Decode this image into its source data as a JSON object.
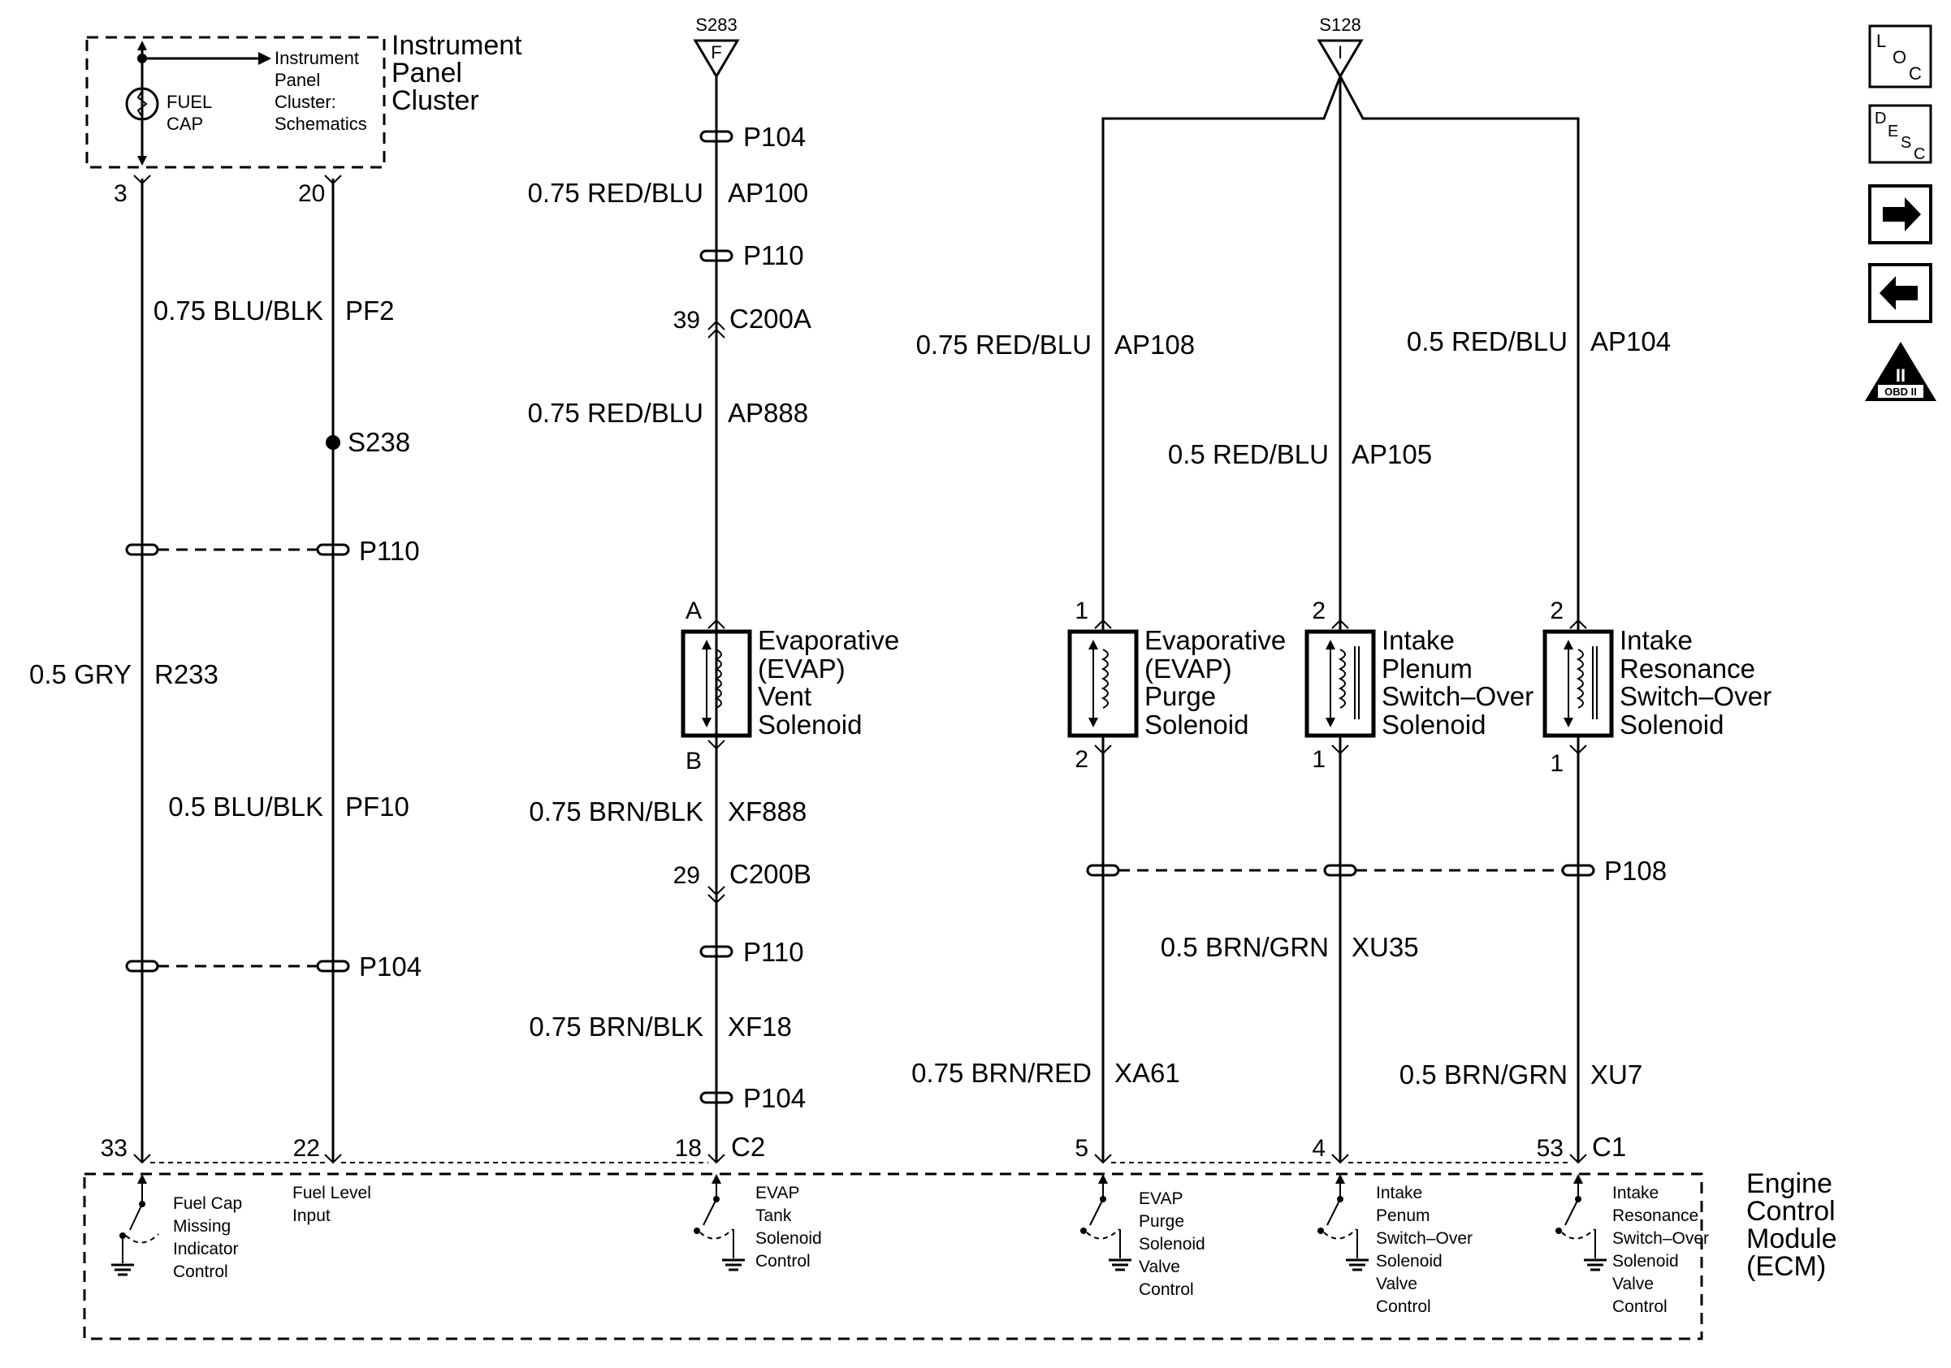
{
  "splices": {
    "s283": "S283",
    "s283_letter": "F",
    "s128": "S128",
    "s128_letter": "I",
    "s238": "S238"
  },
  "ipc": {
    "title_lines": [
      "Instrument",
      "Panel",
      "Cluster"
    ],
    "link_lines": [
      "Instrument",
      "Panel",
      "Cluster:",
      "Schematics"
    ],
    "fuel_cap_lines": [
      "FUEL",
      "CAP"
    ]
  },
  "wires": {
    "pf2": {
      "color": "0.75 BLU/BLK",
      "circuit": "PF2"
    },
    "r233": {
      "color": "0.5 GRY",
      "circuit": "R233"
    },
    "pf10": {
      "color": "0.5 BLU/BLK",
      "circuit": "PF10"
    },
    "ap100": {
      "color": "0.75 RED/BLU",
      "circuit": "AP100"
    },
    "ap888": {
      "color": "0.75 RED/BLU",
      "circuit": "AP888"
    },
    "xf888": {
      "color": "0.75 BRN/BLK",
      "circuit": "XF888"
    },
    "xf18": {
      "color": "0.75 BRN/BLK",
      "circuit": "XF18"
    },
    "ap108": {
      "color": "0.75 RED/BLU",
      "circuit": "AP108"
    },
    "ap105": {
      "color": "0.5 RED/BLU",
      "circuit": "AP105"
    },
    "ap104": {
      "color": "0.5 RED/BLU",
      "circuit": "AP104"
    },
    "xu35": {
      "color": "0.5 BRN/GRN",
      "circuit": "XU35"
    },
    "xa61": {
      "color": "0.75 BRN/RED",
      "circuit": "XA61"
    },
    "xu7": {
      "color": "0.5 BRN/GRN",
      "circuit": "XU7"
    }
  },
  "connectors": {
    "p104": "P104",
    "p110": "P110",
    "p108": "P108",
    "c200a": "C200A",
    "c200b": "C200B",
    "c2": "C2",
    "c1": "C1"
  },
  "pins": {
    "ipc3": "3",
    "ipc20": "20",
    "c200a_39": "39",
    "c200b_29": "29",
    "ecm33": "33",
    "ecm22": "22",
    "ecm18": "18",
    "ecm5": "5",
    "ecm4": "4",
    "ecm53": "53",
    "vent_a": "A",
    "vent_b": "B",
    "purge_1": "1",
    "purge_2": "2",
    "plenum_2": "2",
    "plenum_1": "1",
    "resonance_2": "2",
    "resonance_1": "1"
  },
  "components": {
    "vent_solenoid": [
      "Evaporative",
      "(EVAP)",
      "Vent",
      "Solenoid"
    ],
    "purge_solenoid": [
      "Evaporative",
      "(EVAP)",
      "Purge",
      "Solenoid"
    ],
    "plenum_solenoid": [
      "Intake",
      "Plenum",
      "Switch–Over",
      "Solenoid"
    ],
    "resonance_solenoid": [
      "Intake",
      "Resonance",
      "Switch–Over",
      "Solenoid"
    ]
  },
  "ecm": {
    "title_lines": [
      "Engine",
      "Control",
      "Module",
      "(ECM)"
    ],
    "fuel_cap_control": [
      "Fuel Cap",
      "Missing",
      "Indicator",
      "Control"
    ],
    "fuel_level_input": [
      "Fuel Level",
      "Input"
    ],
    "evap_tank_control": [
      "EVAP",
      "Tank",
      "Solenoid",
      "Control"
    ],
    "evap_purge_control": [
      "EVAP",
      "Purge",
      "Solenoid",
      "Valve",
      "Control"
    ],
    "plenum_control": [
      "Intake",
      "Penum",
      "Switch–Over",
      "Solenoid",
      "Valve",
      "Control"
    ],
    "resonance_control": [
      "Intake",
      "Resonance",
      "Switch–Over",
      "Solenoid",
      "Valve",
      "Control"
    ]
  },
  "side_icons": {
    "loc": {
      "name": "loc-icon",
      "letters": [
        "L",
        "O",
        "C"
      ]
    },
    "desc": {
      "name": "desc-icon",
      "letters": [
        "D",
        "E",
        "S",
        "C"
      ]
    },
    "next": {
      "name": "arrow-right-icon"
    },
    "prev": {
      "name": "arrow-left-icon"
    },
    "obd": {
      "name": "obd-ii-icon",
      "numeral": "II",
      "text": "OBD II"
    }
  }
}
